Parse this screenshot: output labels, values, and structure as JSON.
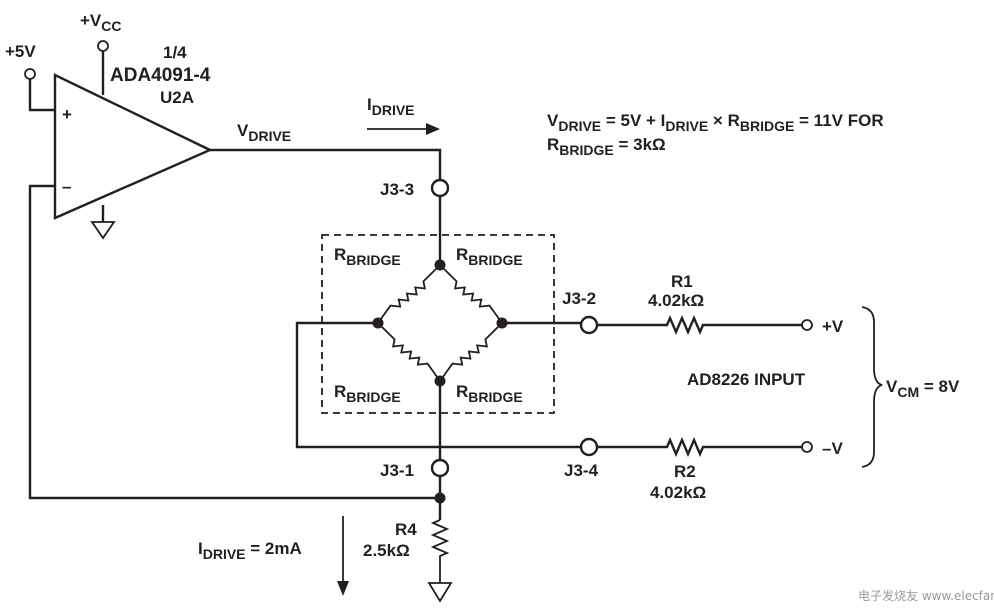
{
  "supply": {
    "v5": "+5V",
    "vcc_main": "+V",
    "vcc_sub": "CC"
  },
  "opamp": {
    "fraction": "1/4",
    "part": "ADA4091-4",
    "ref": "U2A",
    "plus": "+",
    "minus": "–"
  },
  "vdrive": {
    "main": "V",
    "sub": "DRIVE"
  },
  "idrive_top": {
    "main": "I",
    "sub": "DRIVE"
  },
  "equation": {
    "l1_a": "V",
    "l1_a_sub": "DRIVE",
    "l1_b": " = 5V + I",
    "l1_b_sub": "DRIVE",
    "l1_c": " × R",
    "l1_c_sub": "BRIDGE",
    "l1_d": " = 11V FOR",
    "l2_a": "R",
    "l2_a_sub": "BRIDGE",
    "l2_b": " = 3kΩ"
  },
  "connectors": {
    "j33": "J3-3",
    "j32": "J3-2",
    "j31": "J3-1",
    "j34": "J3-4"
  },
  "bridge": {
    "r_main": "R",
    "r_sub": "BRIDGE"
  },
  "resistors": {
    "r1_name": "R1",
    "r1_val": "4.02kΩ",
    "r2_name": "R2",
    "r2_val": "4.02kΩ",
    "r4_name": "R4",
    "r4_val": "2.5kΩ"
  },
  "outputs": {
    "plus_v": "+V",
    "minus_v": "–V",
    "ad_input": "AD8226 INPUT",
    "vcm_main": "V",
    "vcm_sub": "CM",
    "vcm_val": " = 8V"
  },
  "idrive_bottom": {
    "main": "I",
    "sub": "DRIVE",
    "val": " = 2mA"
  },
  "watermark": "电子发烧友 www.elecfans.com"
}
